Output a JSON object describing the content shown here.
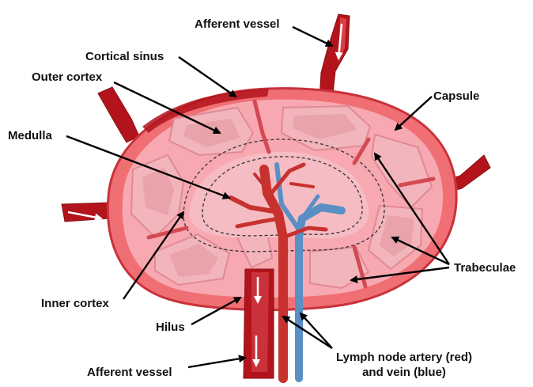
{
  "labels": {
    "afferent_vessel_top": "Afferent vessel",
    "cortical_sinus": "Cortical sinus",
    "outer_cortex": "Outer cortex",
    "capsule": "Capsule",
    "medulla": "Medulla",
    "trabeculae": "Trabeculae",
    "inner_cortex": "Inner cortex",
    "hilus": "Hilus",
    "afferent_vessel_bottom": "Afferent vessel",
    "artery_vein_line1": "Lymph node artery (red)",
    "artery_vein_line2": "and vein (blue)"
  },
  "colors": {
    "capsule": "#ef6f74",
    "capsule_edge": "#c9323a",
    "cortex_fill": "#f7a8b0",
    "follicle_fill": "#f3b5bc",
    "follicle_edge": "#e08a94",
    "vessel_dark": "#a8121a",
    "vessel_mid": "#cc2a30",
    "artery": "#c7322f",
    "vein": "#5a8fc4",
    "arrow": "#000000"
  }
}
